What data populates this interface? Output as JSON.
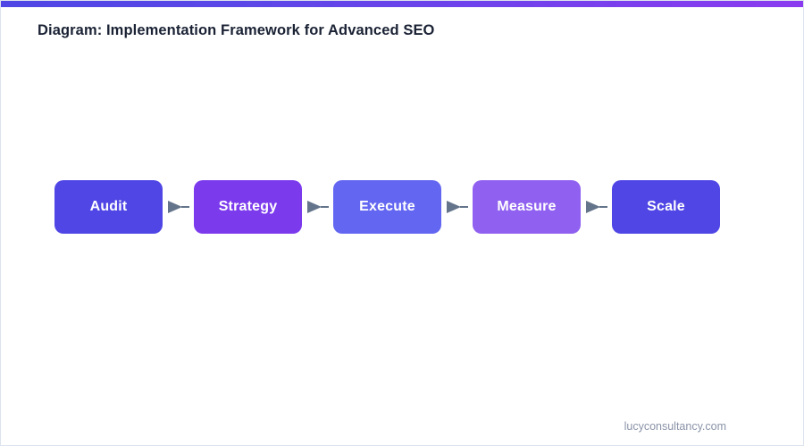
{
  "accent_bar": {
    "gradient_from": "#4f46e5",
    "gradient_to": "#8b3bef"
  },
  "header": {
    "title": "Diagram: Implementation Framework for Advanced SEO",
    "title_color": "#1a2234"
  },
  "diagram": {
    "type": "linear-process-flow",
    "connector_icon": "arrow-right-icon",
    "connector_color": "#64748b",
    "label_color": "#ffffff",
    "nodes": [
      {
        "label": "Audit",
        "color": "#4f46e5"
      },
      {
        "label": "Strategy",
        "color": "#7c3aed"
      },
      {
        "label": "Execute",
        "color": "#6366f1"
      },
      {
        "label": "Measure",
        "color": "#9061f0"
      },
      {
        "label": "Scale",
        "color": "#4f46e5"
      }
    ]
  },
  "footer": {
    "source": "lucyconsultancy.com",
    "source_color": "#8a93a8"
  }
}
